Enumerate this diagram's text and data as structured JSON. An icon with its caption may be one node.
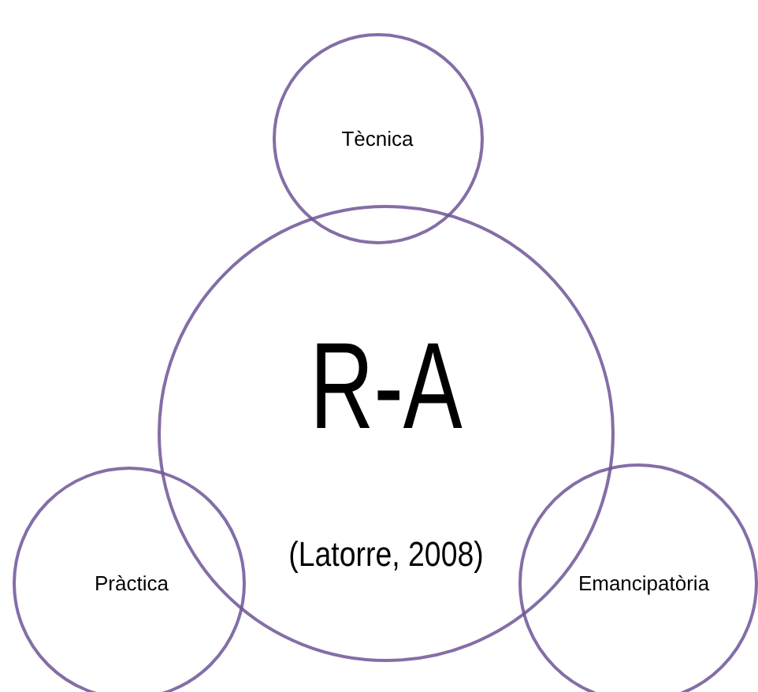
{
  "diagram": {
    "nodes": [
      {
        "text": [
          "R-A",
          "(Latorre, 2008)"
        ]
      },
      {
        "text": [
          "Tècnica"
        ]
      },
      {
        "text": [
          "Pràctica"
        ]
      },
      {
        "text": [
          "Emancipatòria"
        ]
      }
    ]
  }
}
